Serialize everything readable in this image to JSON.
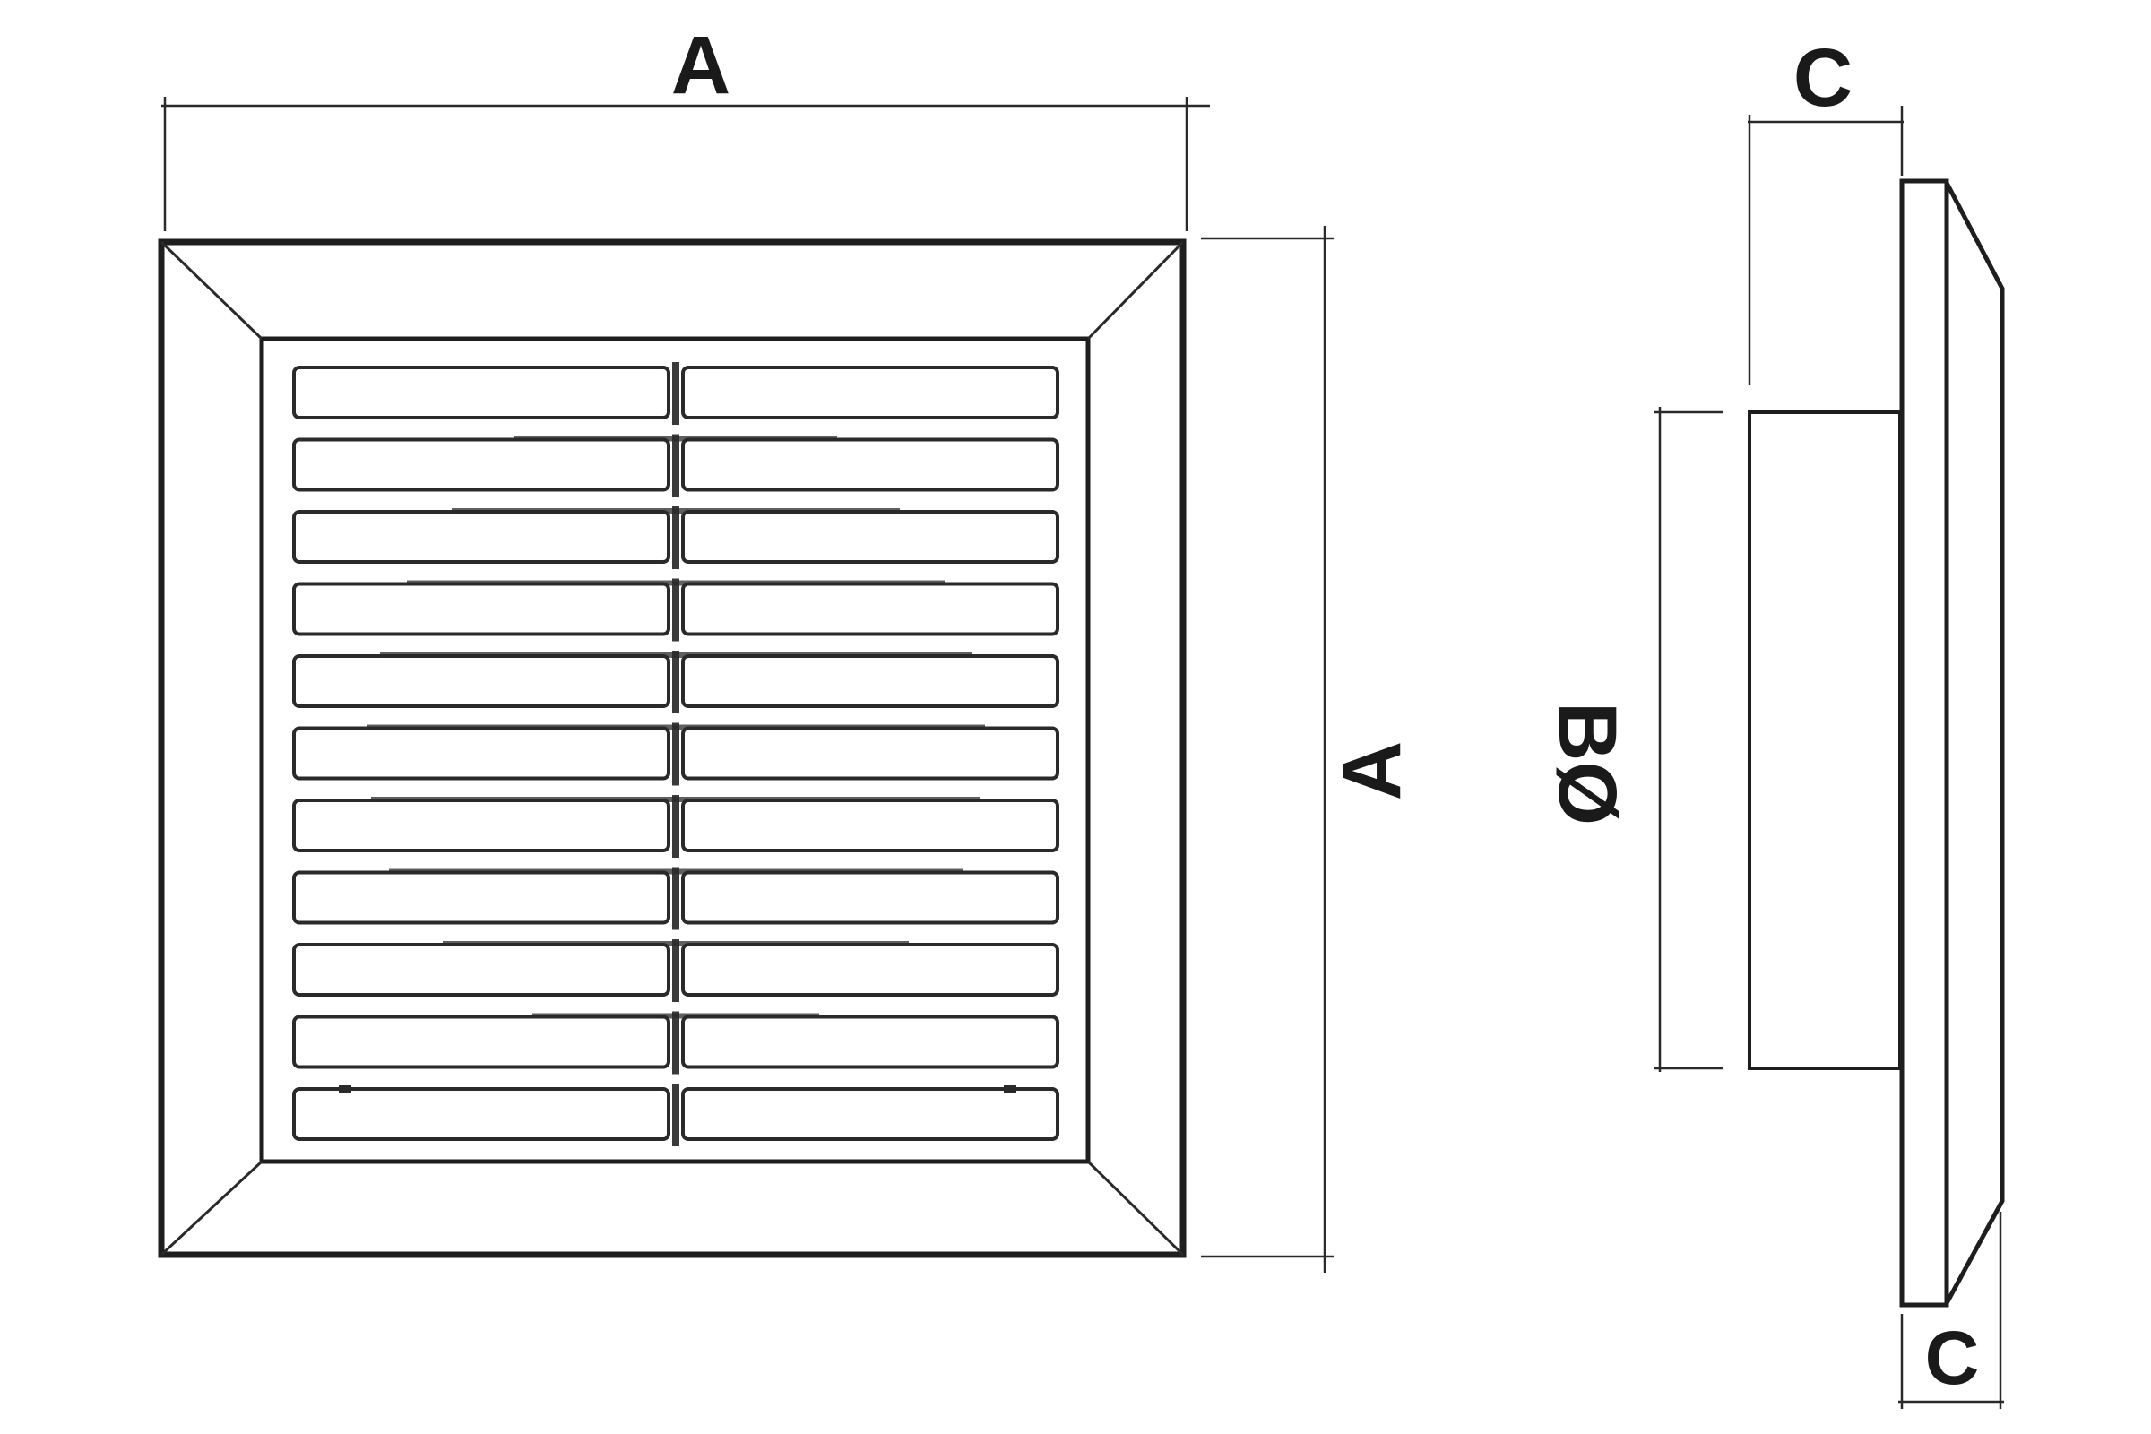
{
  "labels": {
    "front_width": "A",
    "front_height": "A",
    "side_depth_top": "C",
    "side_depth_bottom": "C",
    "duct_diameter": "BØ"
  },
  "grille": {
    "louver_count": 11
  },
  "colors": {
    "line": "#1e1e1e",
    "background": "#ffffff"
  }
}
